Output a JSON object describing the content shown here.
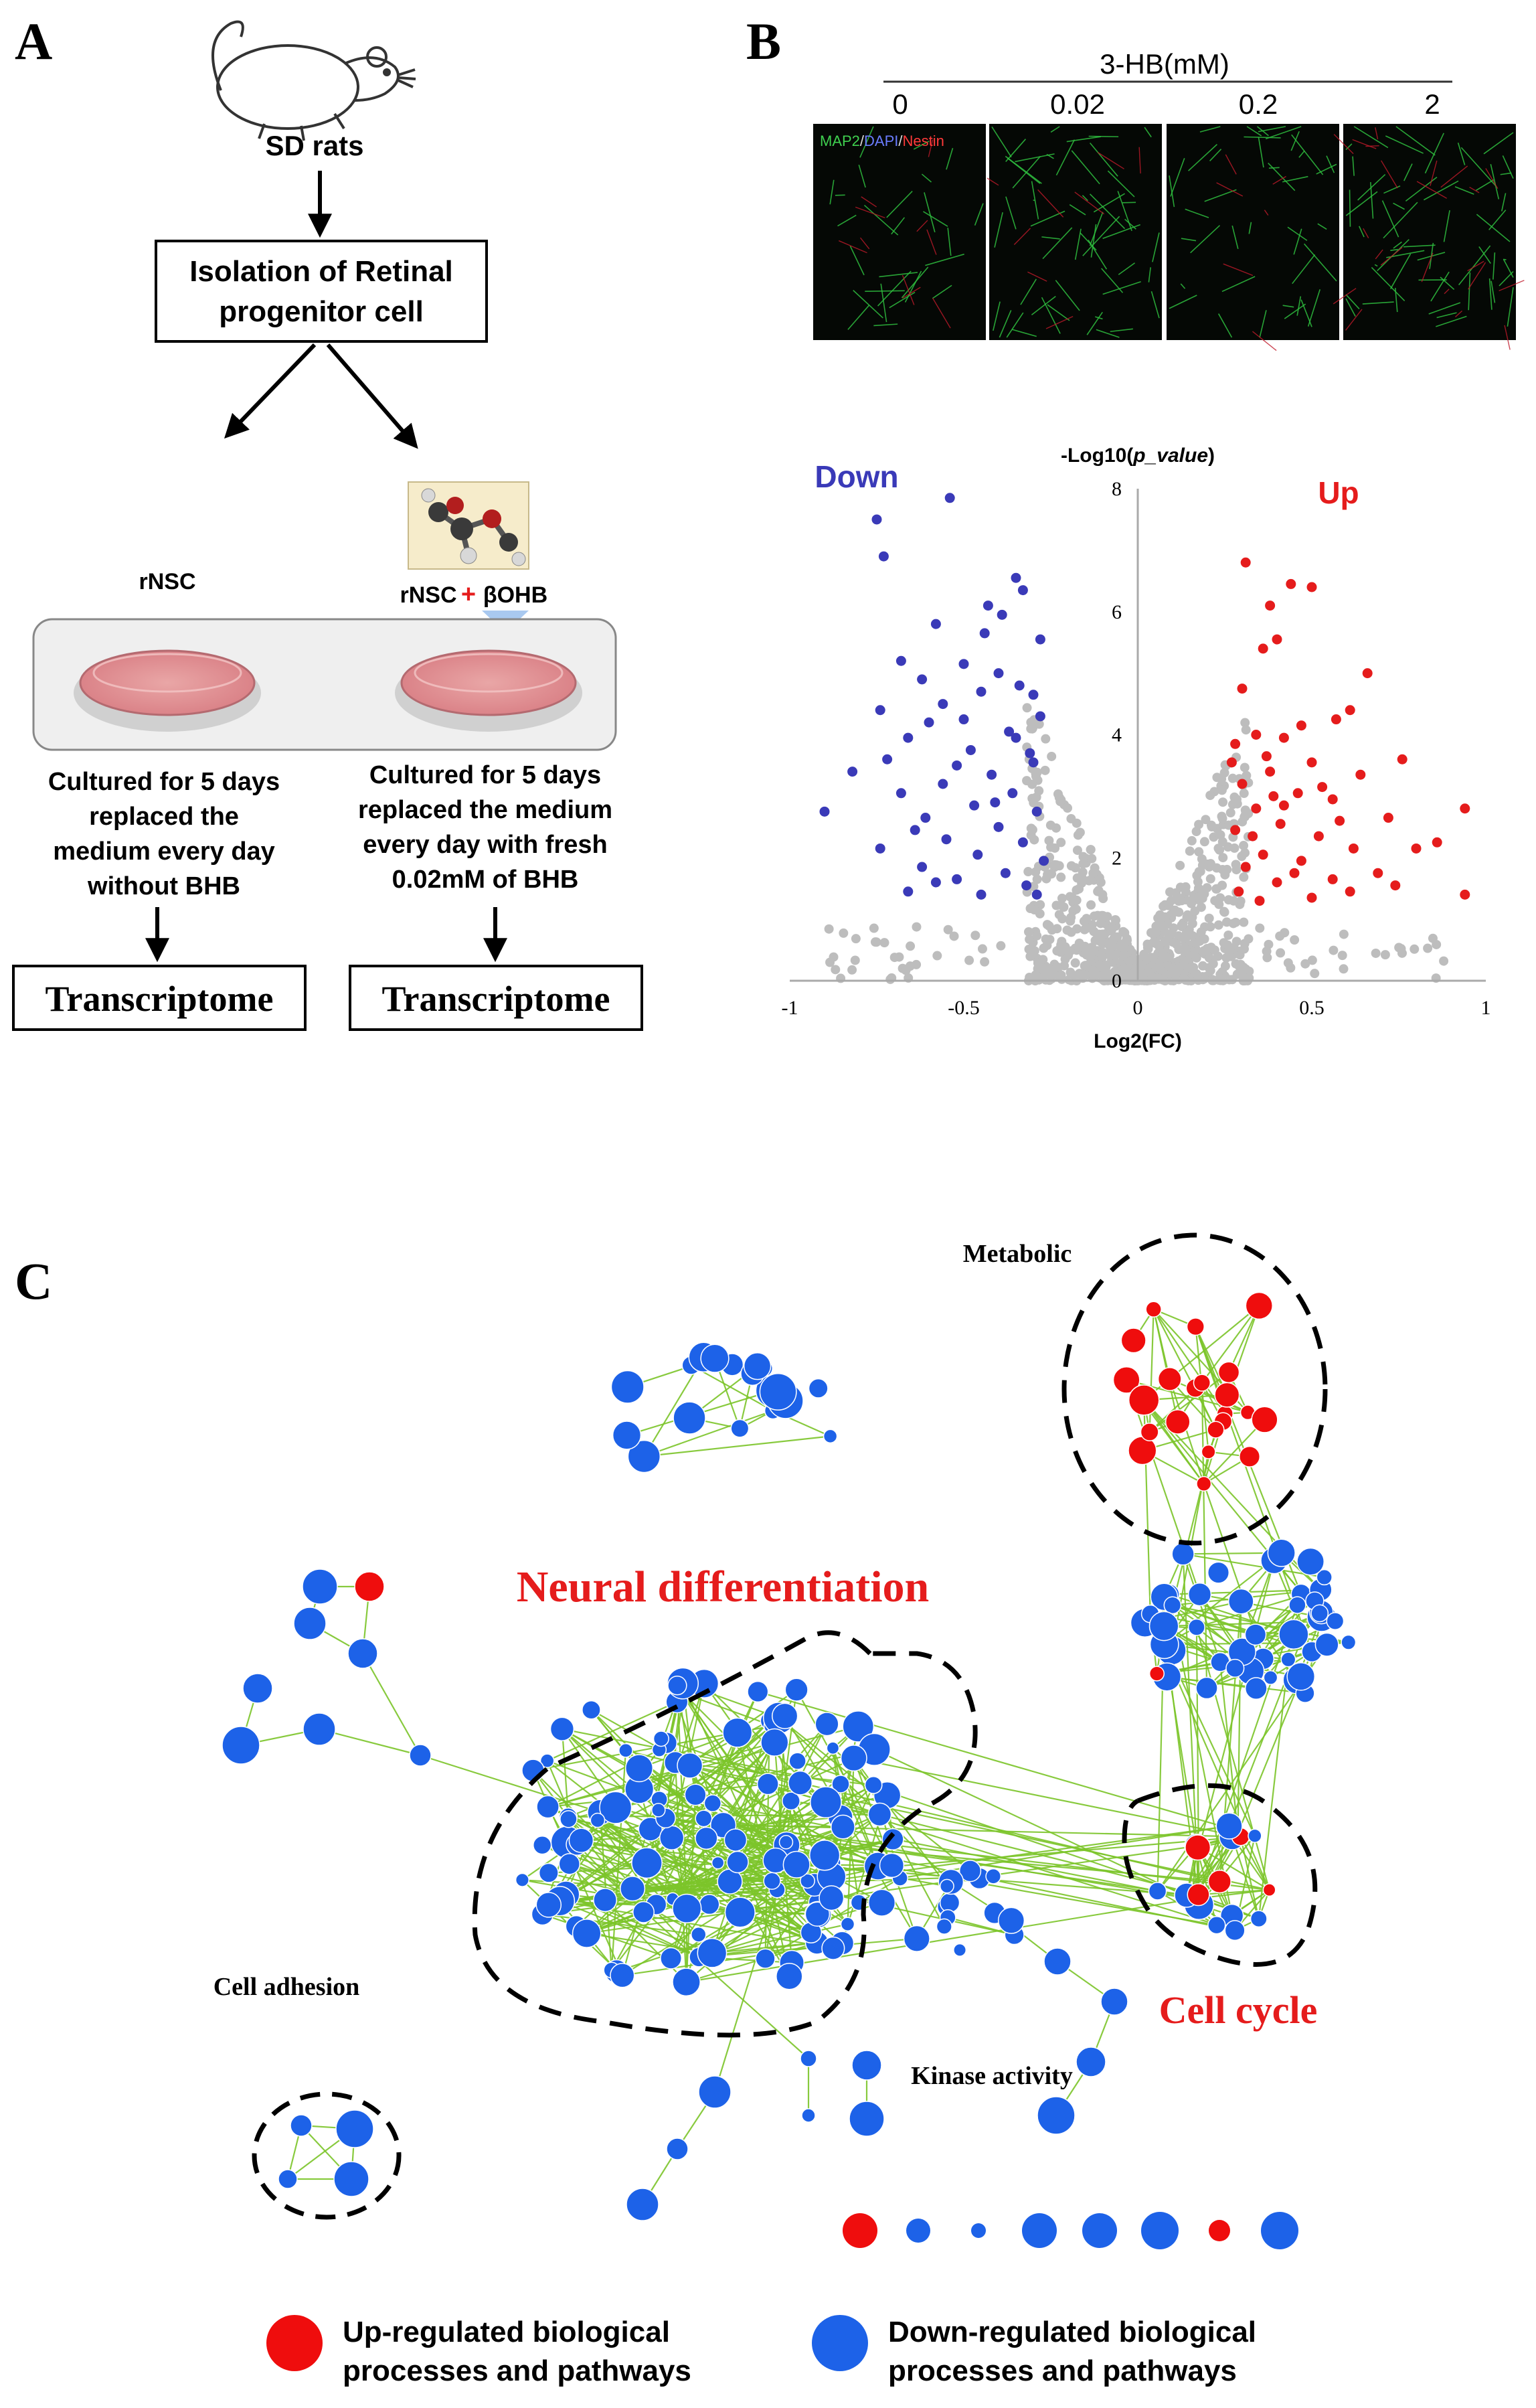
{
  "panel_a": {
    "label": "A",
    "source": "SD rats",
    "isolation_lines": [
      "Isolation of Retinal",
      "progenitor cell"
    ],
    "control_label": "rNSC",
    "treated_label_left": "rNSC",
    "treated_label_plus": "+",
    "treated_label_right": "βOHB",
    "control_text": [
      "Cultured for 5 days",
      "replaced the",
      "medium every day",
      "without BHB"
    ],
    "treated_text": [
      "Cultured for 5 days",
      "replaced the medium",
      "every day with fresh",
      "0.02mM of BHB"
    ],
    "output_left": "Transcriptome",
    "output_right": "Transcriptome"
  },
  "panel_b": {
    "label": "B",
    "micro_header": "3-HB(mM)",
    "micro_concentrations": [
      "0",
      "0.02",
      "0.2",
      "2"
    ],
    "stain_legend": {
      "map2": "MAP2",
      "sep1": "/",
      "dapi": "DAPI",
      "sep2": "/",
      "nestin": "Nestin"
    },
    "down_label": "Down",
    "up_label": "Up"
  },
  "chart_data": {
    "type": "scatter",
    "title": "",
    "xlabel": "Log2(FC)",
    "ylabel": "-Log10(p_value)",
    "xlim": [
      -1,
      1
    ],
    "ylim": [
      0,
      8
    ],
    "x_ticks": [
      "-1",
      "-0.5",
      "0",
      "0.5",
      "1"
    ],
    "y_ticks": [
      "0",
      "2",
      "4",
      "6",
      "8"
    ],
    "colors": {
      "down": "#3a3ab8",
      "up": "#e51c1c",
      "ns": "#bdbdbd"
    },
    "series": [
      {
        "name": "Down",
        "color": "#3a3ab8",
        "points": [
          [
            -0.54,
            7.85
          ],
          [
            -0.75,
            7.5
          ],
          [
            -0.73,
            6.9
          ],
          [
            -0.35,
            6.55
          ],
          [
            -0.33,
            6.35
          ],
          [
            -0.58,
            5.8
          ],
          [
            -0.39,
            5.95
          ],
          [
            -0.44,
            5.65
          ],
          [
            -0.28,
            5.55
          ],
          [
            -0.68,
            5.2
          ],
          [
            -0.5,
            5.15
          ],
          [
            -0.4,
            5.0
          ],
          [
            -0.62,
            4.9
          ],
          [
            -0.45,
            4.7
          ],
          [
            -0.34,
            4.8
          ],
          [
            -0.56,
            4.5
          ],
          [
            -0.74,
            4.4
          ],
          [
            -0.28,
            4.3
          ],
          [
            -0.6,
            4.2
          ],
          [
            -0.37,
            4.05
          ],
          [
            -0.66,
            3.95
          ],
          [
            -0.48,
            3.75
          ],
          [
            -0.31,
            3.7
          ],
          [
            -0.72,
            3.6
          ],
          [
            -0.52,
            3.5
          ],
          [
            -0.3,
            3.55
          ],
          [
            -0.42,
            3.35
          ],
          [
            -0.82,
            3.4
          ],
          [
            -0.56,
            3.2
          ],
          [
            -0.36,
            3.05
          ],
          [
            -0.68,
            3.05
          ],
          [
            -0.47,
            2.85
          ],
          [
            -0.29,
            2.75
          ],
          [
            -0.9,
            2.75
          ],
          [
            -0.61,
            2.65
          ],
          [
            -0.4,
            2.5
          ],
          [
            -0.55,
            2.3
          ],
          [
            -0.33,
            2.25
          ],
          [
            -0.74,
            2.15
          ],
          [
            -0.46,
            2.05
          ],
          [
            -0.27,
            1.95
          ],
          [
            -0.62,
            1.85
          ],
          [
            -0.38,
            1.75
          ],
          [
            -0.52,
            1.65
          ],
          [
            -0.32,
            1.55
          ],
          [
            -0.66,
            1.45
          ],
          [
            -0.45,
            1.4
          ],
          [
            -0.29,
            1.4
          ],
          [
            -0.58,
            1.6
          ],
          [
            -0.41,
            2.9
          ],
          [
            -0.35,
            3.95
          ],
          [
            -0.64,
            2.45
          ],
          [
            -0.5,
            4.25
          ],
          [
            -0.3,
            4.65
          ],
          [
            -0.43,
            6.1
          ]
        ]
      },
      {
        "name": "Up",
        "color": "#e51c1c",
        "points": [
          [
            0.31,
            6.8
          ],
          [
            0.44,
            6.45
          ],
          [
            0.5,
            6.4
          ],
          [
            0.38,
            6.1
          ],
          [
            0.4,
            5.55
          ],
          [
            0.36,
            5.4
          ],
          [
            0.66,
            5.0
          ],
          [
            0.3,
            4.75
          ],
          [
            0.61,
            4.4
          ],
          [
            0.34,
            4.0
          ],
          [
            0.42,
            3.95
          ],
          [
            0.28,
            3.85
          ],
          [
            0.76,
            3.6
          ],
          [
            0.5,
            3.55
          ],
          [
            0.38,
            3.4
          ],
          [
            0.64,
            3.35
          ],
          [
            0.3,
            3.2
          ],
          [
            0.46,
            3.05
          ],
          [
            0.94,
            2.8
          ],
          [
            0.56,
            2.95
          ],
          [
            0.34,
            2.8
          ],
          [
            0.72,
            2.65
          ],
          [
            0.41,
            2.55
          ],
          [
            0.28,
            2.45
          ],
          [
            0.86,
            2.25
          ],
          [
            0.52,
            2.35
          ],
          [
            0.62,
            2.15
          ],
          [
            0.36,
            2.05
          ],
          [
            0.8,
            2.15
          ],
          [
            0.47,
            1.95
          ],
          [
            0.31,
            1.85
          ],
          [
            0.69,
            1.75
          ],
          [
            0.56,
            1.65
          ],
          [
            0.4,
            1.6
          ],
          [
            0.29,
            1.45
          ],
          [
            0.61,
            1.45
          ],
          [
            0.74,
            1.55
          ],
          [
            0.5,
            1.35
          ],
          [
            0.35,
            1.3
          ],
          [
            0.94,
            1.4
          ],
          [
            0.45,
            1.75
          ],
          [
            0.33,
            2.35
          ],
          [
            0.58,
            2.6
          ],
          [
            0.39,
            3.0
          ],
          [
            0.53,
            3.15
          ],
          [
            0.27,
            3.55
          ],
          [
            0.47,
            4.15
          ],
          [
            0.57,
            4.25
          ],
          [
            0.37,
            3.65
          ],
          [
            0.42,
            2.85
          ]
        ]
      }
    ]
  },
  "panel_c": {
    "label": "C",
    "cluster_labels": {
      "metabolic": "Metabolic",
      "neural": "Neural differentiation",
      "cell_adhesion": "Cell adhesion",
      "kinase": "Kinase activity",
      "cell_cycle": "Cell cycle"
    },
    "legend_up": [
      "Up-regulated biological",
      "processes and pathways"
    ],
    "legend_down": [
      "Down-regulated biological",
      "processes and pathways"
    ],
    "node_colors": {
      "up": "#ef0d0d",
      "down": "#1d62e8",
      "edge": "#7cc52a"
    }
  }
}
